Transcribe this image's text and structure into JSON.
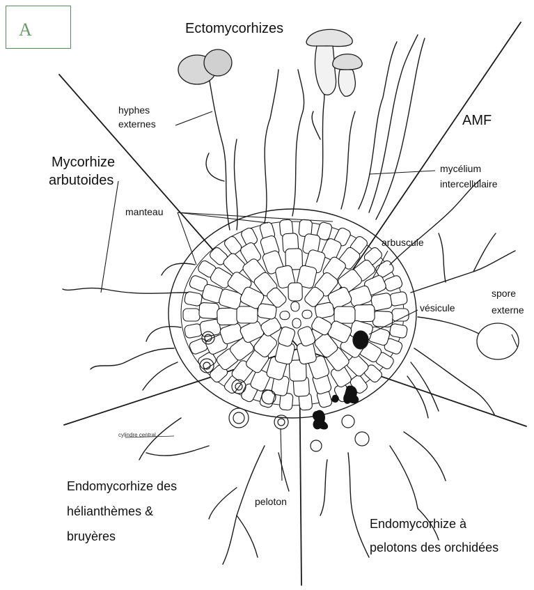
{
  "panel": {
    "letter": "A"
  },
  "labels": {
    "ectomycorhizes": "Ectomycorhizes",
    "amf": "AMF",
    "mycorhize_line1": "Mycorhize",
    "mycorhize_line2": "arbutoides",
    "hyphes_line1": "hyphes",
    "hyphes_line2": "externes",
    "manteau": "manteau",
    "mycelium_line1": "mycélium",
    "mycelium_line2": "intercellulaire",
    "arbuscule": "arbuscule",
    "vesicule": "vésicule",
    "spore_line1": "spore",
    "spore_line2": "externe",
    "cylindre": "cylindre central",
    "peloton": "peloton",
    "endo_helian_line1": "Endomycorhize des",
    "endo_helian_line2": "hélianthèmes &",
    "endo_helian_line3": "bruyères",
    "endo_orch_line1": "Endomycorhize à",
    "endo_orch_line2": "pelotons des orchidées"
  }
}
